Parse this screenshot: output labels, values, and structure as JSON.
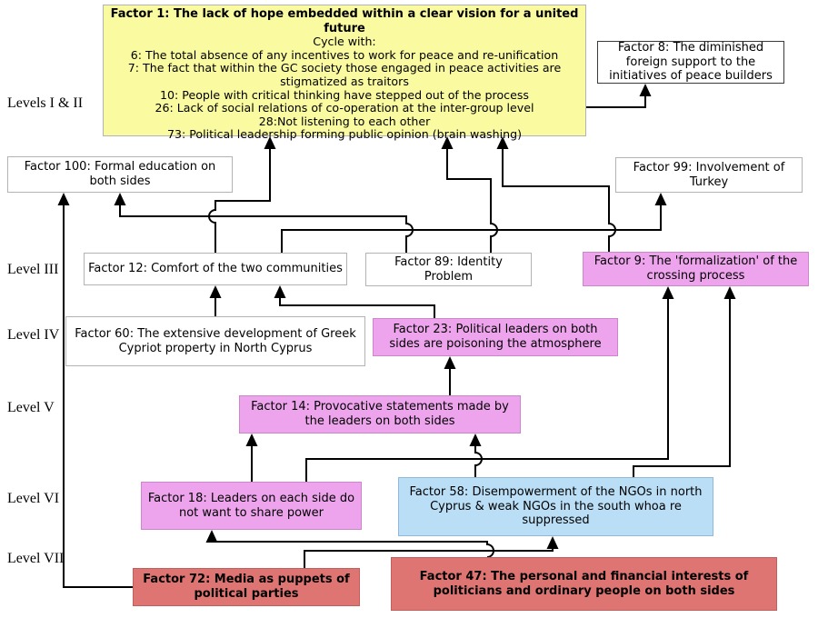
{
  "diagram": {
    "levels": {
      "l12": "Levels I & II",
      "l3": "Level III",
      "l4": "Level IV",
      "l5": "Level V",
      "l6": "Level VI",
      "l7": "Level VII"
    },
    "factors": {
      "f1_title": "Factor 1: The lack of hope embedded within a clear vision for a united future",
      "f1_body": "Cycle with:\n6: The total absence of any incentives to work for peace and re-unification\n7: The fact that within the GC society those engaged in peace activities are stigmatized as traitors\n10: People with critical thinking have stepped out of the process\n26: Lack of social relations of co-operation at the inter-group level\n28:Not listening to each other\n73: Political leadership forming public opinion (brain washing)",
      "f8": "Factor 8: The diminished foreign support to the initiatives of peace builders",
      "f100": "Factor 100: Formal education on both sides",
      "f99": "Factor 99: Involvement of Turkey",
      "f12": "Factor 12: Comfort of the two communities",
      "f89": "Factor 89: Identity Problem",
      "f9": "Factor 9: The 'formalization' of the crossing process",
      "f60": "Factor 60: The extensive development of Greek Cypriot property in North Cyprus",
      "f23": "Factor 23: Political leaders on both sides are poisoning the atmosphere",
      "f14": "Factor 14: Provocative statements made by the leaders on both sides",
      "f18": "Factor 18: Leaders on each side do not want to share power",
      "f58": "Factor 58: Disempowerment of the NGOs in north Cyprus & weak NGOs in the south whoa re suppressed",
      "f72": "Factor 72: Media as puppets of political parties",
      "f47": "Factor 47: The personal and financial interests of politicians and ordinary people on both sides"
    },
    "colors": {
      "yellow": "#fafaa0",
      "violet": "#eda4ec",
      "blue": "#badef6",
      "red": "#df7572",
      "white": "#ffffff",
      "line": "#000000"
    },
    "edges": [
      {
        "from": "factor-12",
        "to": "factor-1"
      },
      {
        "from": "factor-89",
        "to": "factor-1"
      },
      {
        "from": "factor-9",
        "to": "factor-1"
      },
      {
        "from": "factor-1",
        "to": "factor-8"
      },
      {
        "from": "factor-89",
        "to": "factor-100"
      },
      {
        "from": "factor-72",
        "to": "factor-100"
      },
      {
        "from": "factor-12",
        "to": "factor-99"
      },
      {
        "from": "factor-60",
        "to": "factor-12"
      },
      {
        "from": "factor-23",
        "to": "factor-12"
      },
      {
        "from": "factor-14",
        "to": "factor-23"
      },
      {
        "from": "factor-18",
        "to": "factor-14"
      },
      {
        "from": "factor-58",
        "to": "factor-14"
      },
      {
        "from": "factor-18",
        "to": "factor-9"
      },
      {
        "from": "factor-58",
        "to": "factor-9"
      },
      {
        "from": "factor-47",
        "to": "factor-18"
      },
      {
        "from": "factor-72",
        "to": "factor-58"
      }
    ]
  }
}
